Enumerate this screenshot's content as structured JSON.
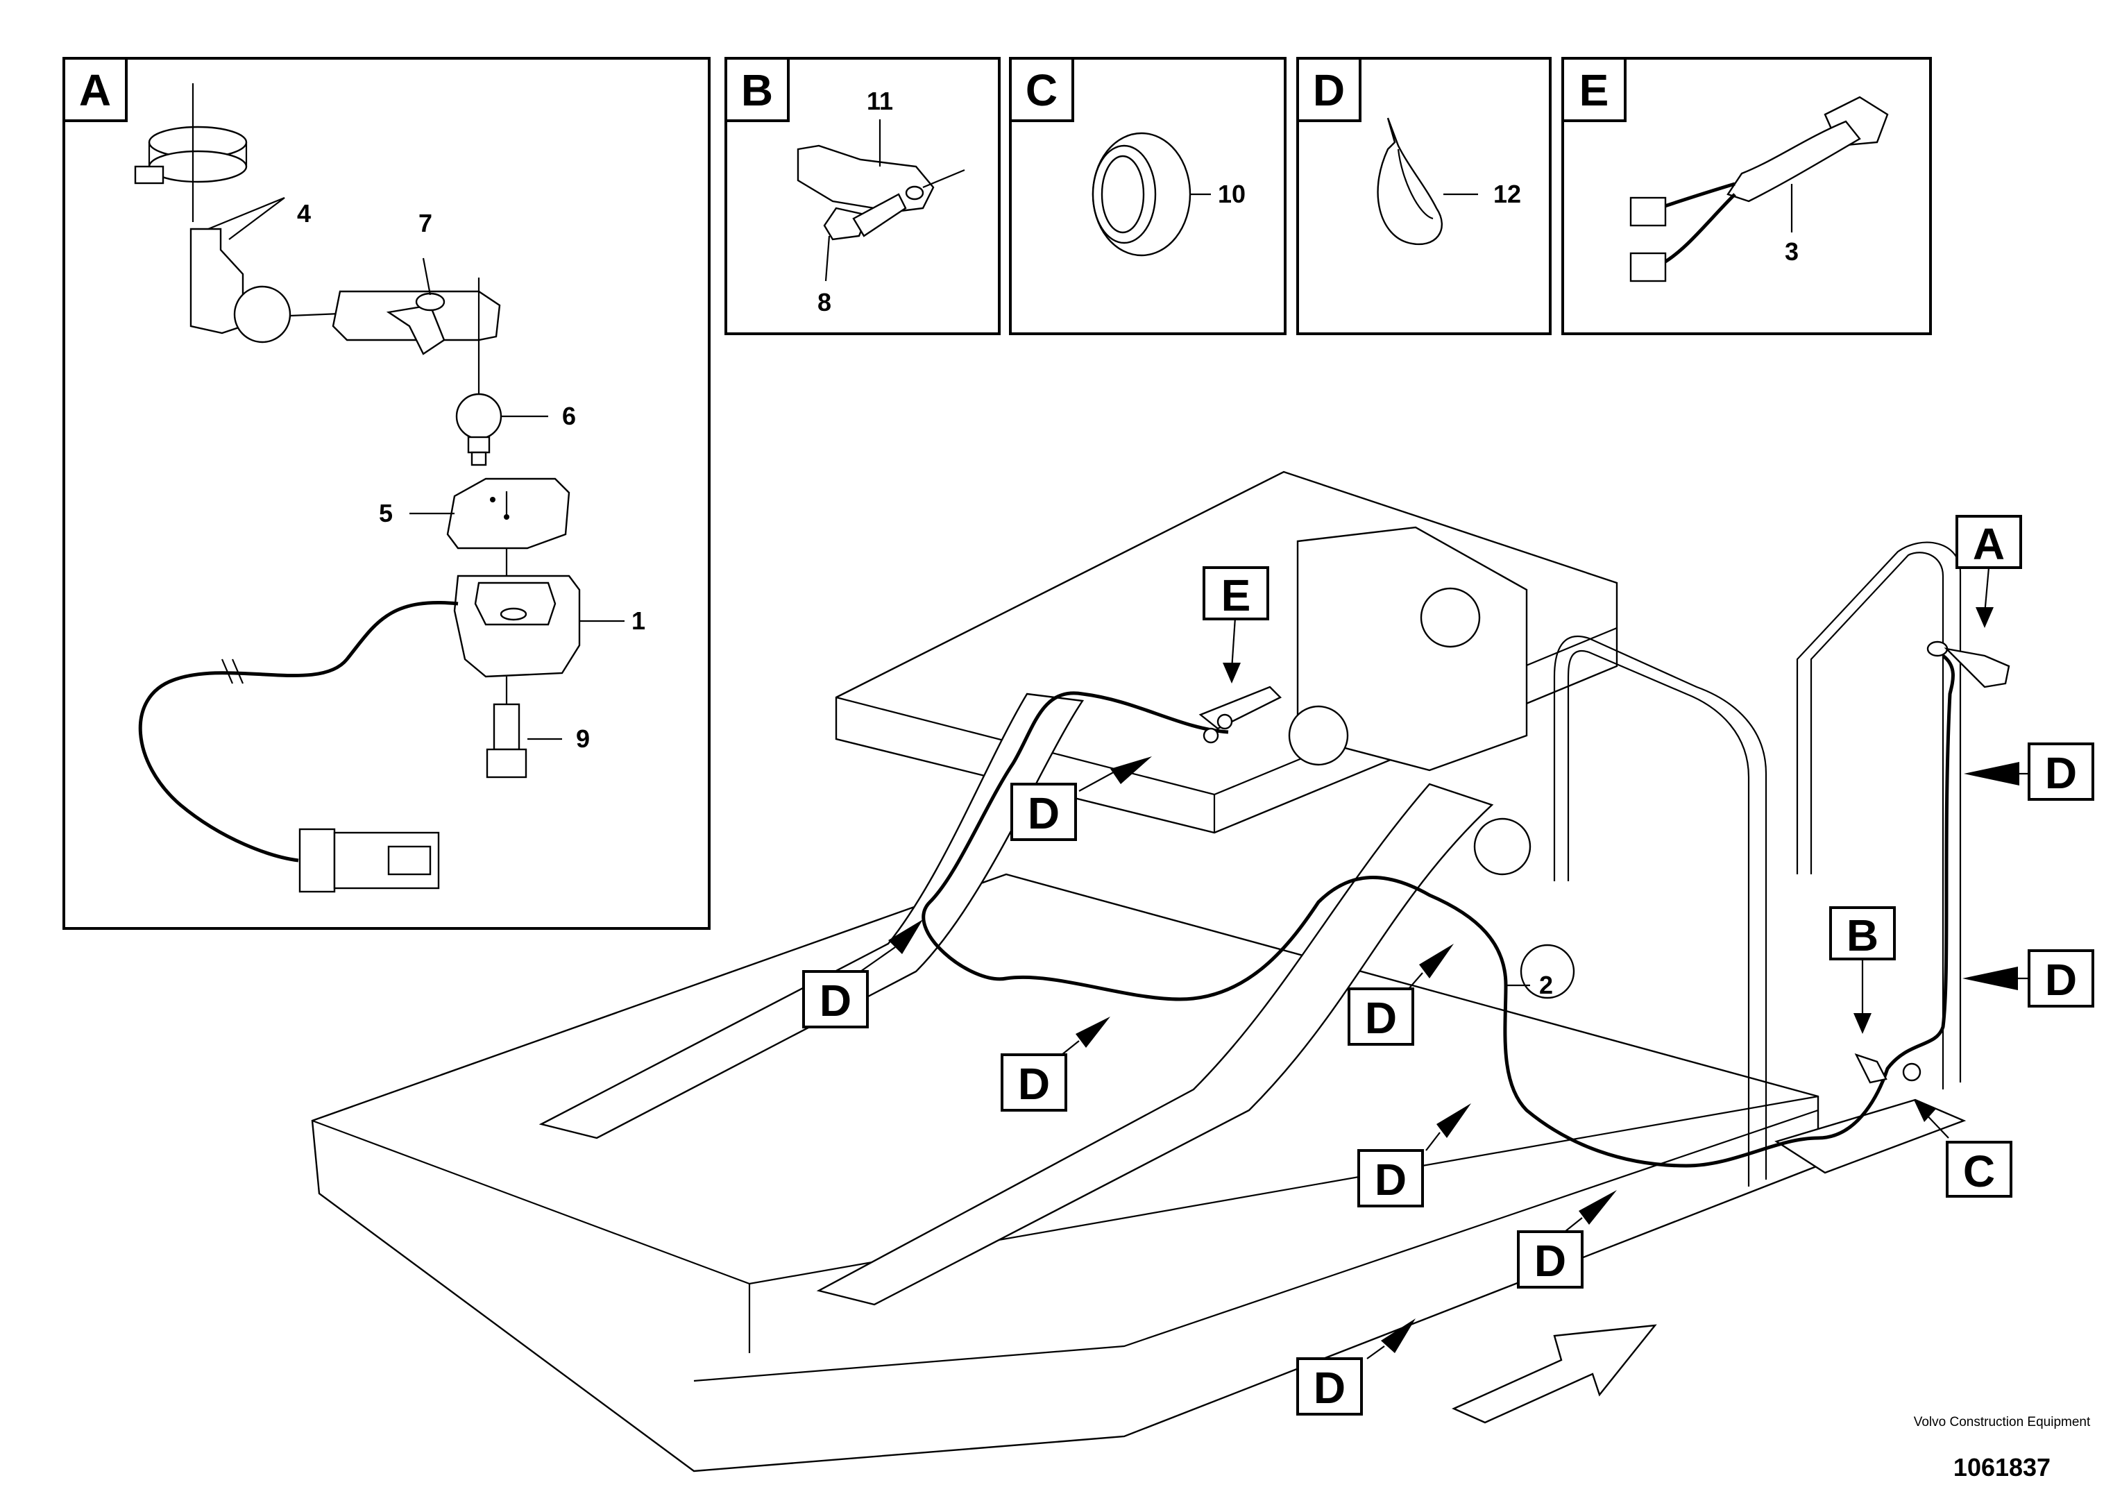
{
  "detail_panels": {
    "A": {
      "label": "A",
      "items": [
        "4",
        "7",
        "6",
        "5",
        "1",
        "9"
      ]
    },
    "B": {
      "label": "B",
      "items": [
        "11",
        "8"
      ]
    },
    "C": {
      "label": "C",
      "items": [
        "10"
      ]
    },
    "D": {
      "label": "D",
      "items": [
        "12"
      ]
    },
    "E": {
      "label": "E",
      "items": [
        "3"
      ]
    }
  },
  "main_view": {
    "callouts": {
      "A": "A",
      "B": "B",
      "C": "C",
      "E": "E",
      "D": [
        "D",
        "D",
        "D",
        "D",
        "D",
        "D",
        "D",
        "D",
        "D"
      ]
    },
    "cable_item": "2"
  },
  "footer": {
    "brand": "Volvo Construction Equipment",
    "figure_id": "1061837"
  }
}
